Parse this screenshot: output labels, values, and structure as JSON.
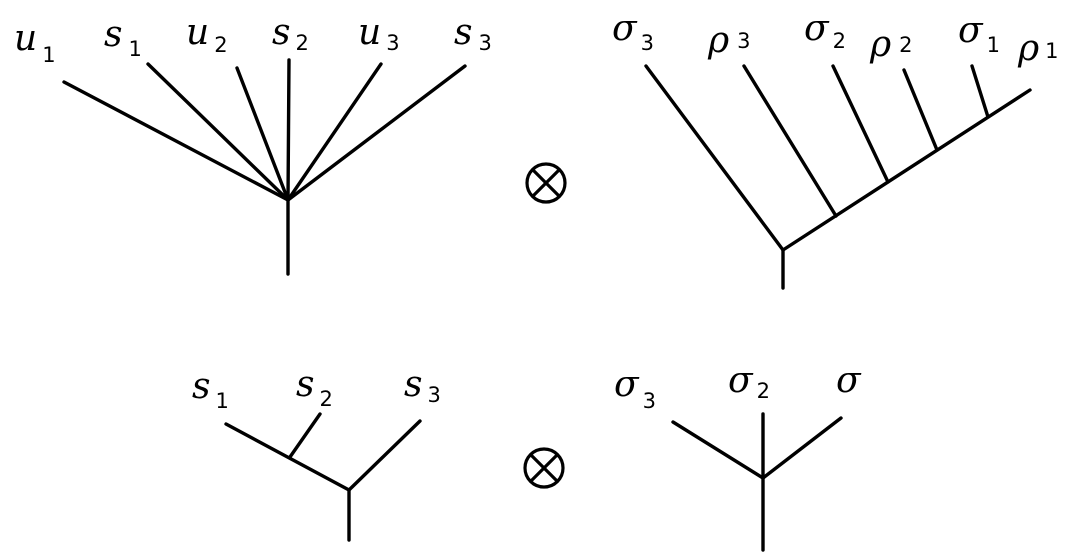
{
  "operator": {
    "symbol": "tensor-product"
  },
  "top_left": {
    "leaves": [
      {
        "base": "u",
        "sub": "1"
      },
      {
        "base": "s",
        "sub": "1"
      },
      {
        "base": "u",
        "sub": "2"
      },
      {
        "base": "s",
        "sub": "2"
      },
      {
        "base": "u",
        "sub": "3"
      },
      {
        "base": "s",
        "sub": "3"
      }
    ]
  },
  "top_right": {
    "leaves": [
      {
        "base": "σ",
        "sub": "3"
      },
      {
        "base": "ρ",
        "sub": "3"
      },
      {
        "base": "σ",
        "sub": "2"
      },
      {
        "base": "ρ",
        "sub": "2"
      },
      {
        "base": "σ",
        "sub": "1"
      },
      {
        "base": "ρ",
        "sub": "1"
      }
    ]
  },
  "bottom_left": {
    "leaves": [
      {
        "base": "s",
        "sub": "1"
      },
      {
        "base": "s",
        "sub": "2"
      },
      {
        "base": "s",
        "sub": "3"
      }
    ]
  },
  "bottom_right": {
    "leaves": [
      {
        "base": "σ",
        "sub": "3"
      },
      {
        "base": "σ",
        "sub": "2"
      },
      {
        "base": "σ",
        "sub": ""
      }
    ]
  }
}
